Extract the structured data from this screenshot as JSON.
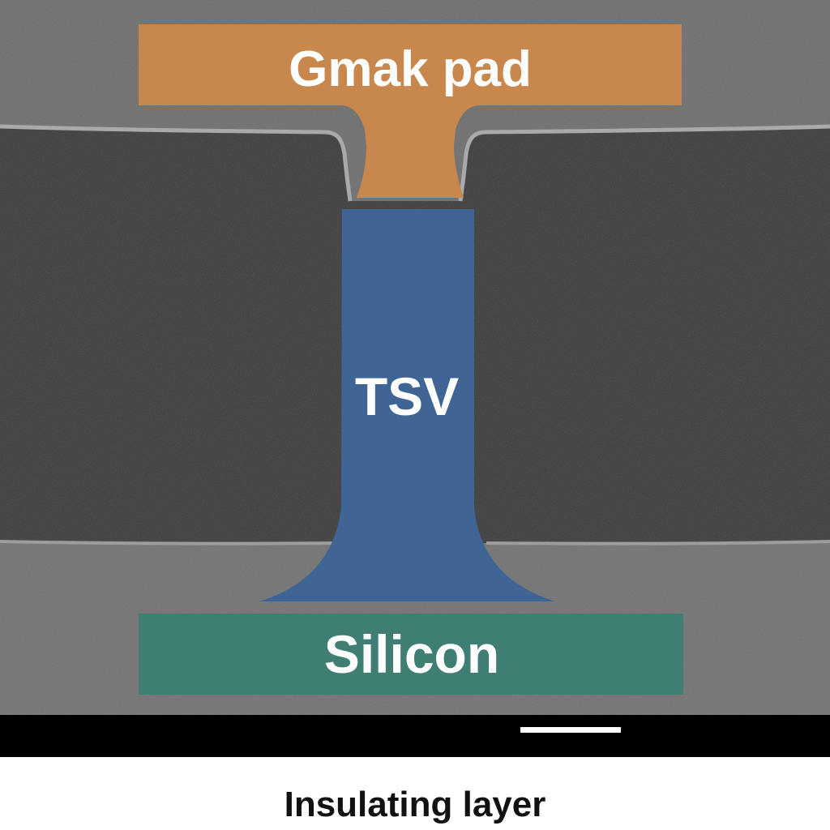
{
  "labels": {
    "pad": "Gmak pad",
    "via": "TSV",
    "base": "Silicon",
    "caption": "Insulating layer"
  },
  "colors": {
    "pad": "#C8874C",
    "via": "#3E6593",
    "base": "#3F7E73",
    "micrograph_dark": "#3C3C3C",
    "micrograph_light": "#727272",
    "scale_bar_strip": "#000000",
    "scale_bar": "#ffffff",
    "caption_background": "#ffffff"
  },
  "scale_bar": {
    "unit_label": ""
  }
}
